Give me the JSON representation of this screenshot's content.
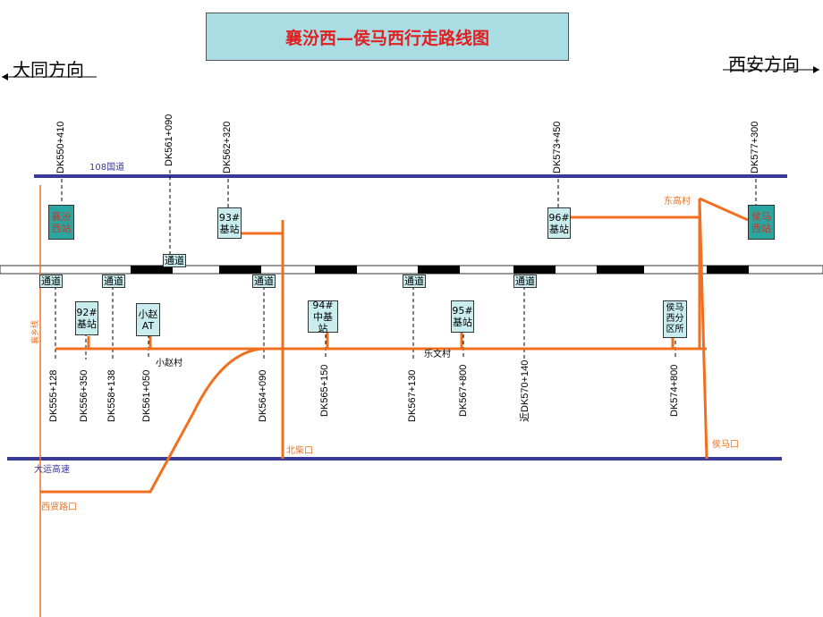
{
  "title": "襄汾西—侯马西行走路线图",
  "directions": {
    "left": "大同方向",
    "right": "西安方向"
  },
  "roads": {
    "national_road": "108国道",
    "expressway": "大运高速",
    "xiangxiang_line": "襄乡线"
  },
  "places": {
    "donggao": "东高村",
    "xiaozhao": "小赵村",
    "lewen": "乐文村",
    "beichaikou": "北柴口",
    "houmakou": "侯马口",
    "xixianlukou": "西贤路口"
  },
  "upper_mileages": [
    "DK550+410",
    "DK561+090",
    "DK562+320",
    "DK573+450",
    "DK577+300"
  ],
  "lower_mileages": [
    "DK555+128",
    "DK556+350",
    "DK558+138",
    "DK561+050",
    "DK564+090",
    "DK565+150",
    "DK567+130",
    "DK567+800",
    "近DK570+140",
    "DK574+800"
  ],
  "stations_upper": [
    {
      "line1": "襄汾",
      "line2": "西站"
    },
    {
      "line1": "93#",
      "line2": "基站"
    },
    {
      "line1": "96#",
      "line2": "基站"
    },
    {
      "line1": "侯马",
      "line2": "西站"
    }
  ],
  "stations_lower": [
    {
      "line1": "92#",
      "line2": "基站"
    },
    {
      "line1": "小赵",
      "line2": "AT"
    },
    {
      "line1": "94#",
      "line2": "中基站"
    },
    {
      "line1": "95#",
      "line2": "基站"
    },
    {
      "line1": "侯马",
      "line2": "西分",
      "line3": "区所"
    }
  ],
  "tunnel_label": "通道",
  "colors": {
    "road": "#3a3a9a",
    "route": "#f07020",
    "title_bg": "#a9dce3",
    "title_text": "#e02020"
  }
}
